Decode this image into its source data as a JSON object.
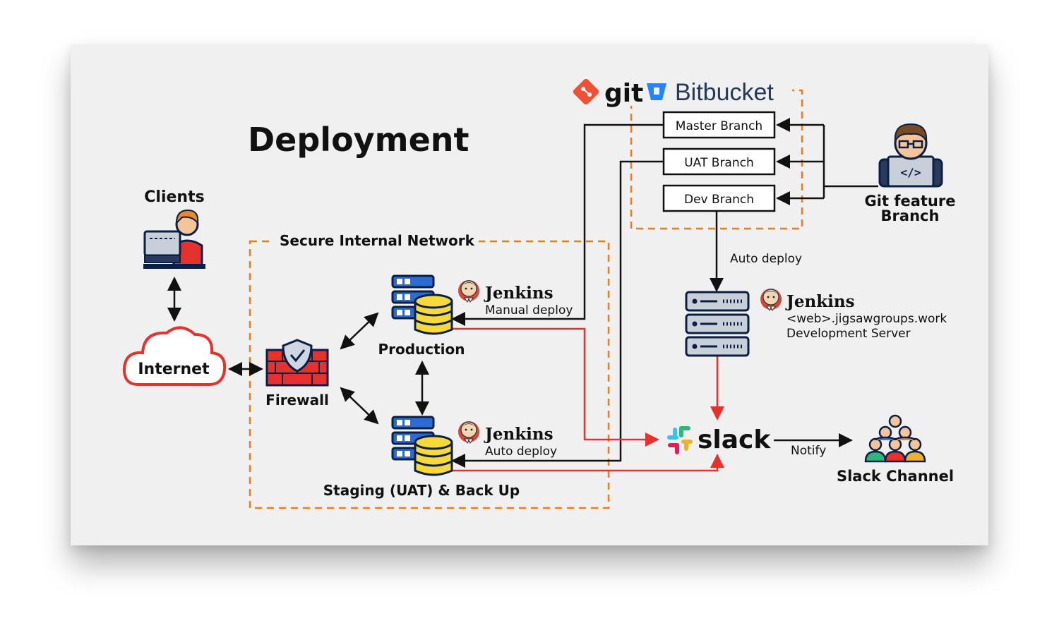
{
  "title": "Deployment",
  "logos": {
    "git": "git",
    "bitbucket": "Bitbucket"
  },
  "branches": {
    "master": "Master Branch",
    "uat": "UAT Branch",
    "dev": "Dev Branch"
  },
  "developer": {
    "line1": "Git feature",
    "line2": "Branch"
  },
  "clients": "Clients",
  "internet": "Internet",
  "secure_network": "Secure Internal Network",
  "firewall": "Firewall",
  "production": "Production",
  "staging": "Staging (UAT) & Back Up",
  "jenkins_prod": {
    "name": "Jenkins",
    "caption": "Manual deploy"
  },
  "jenkins_staging": {
    "name": "Jenkins",
    "caption": "Auto deploy"
  },
  "jenkins_dev": {
    "name": "Jenkins",
    "host": "<web>.jigsawgroups.work",
    "caption": "Development Server"
  },
  "auto_deploy": "Auto deploy",
  "slack": "slack",
  "notify": "Notify",
  "slack_channel": "Slack Channel",
  "colors": {
    "orange": "#f07d1a",
    "red": "#e5322d",
    "navy": "#0a1f44",
    "git": "#f05033",
    "bitbucket": "#253858",
    "bitbucket_blue": "#2684ff"
  },
  "icons": [
    "git-icon",
    "bitbucket-icon",
    "developer-icon",
    "client-icon",
    "cloud-icon",
    "firewall-icon",
    "server-db-icon",
    "jenkins-icon",
    "rack-server-icon",
    "slack-icon",
    "group-icon"
  ]
}
